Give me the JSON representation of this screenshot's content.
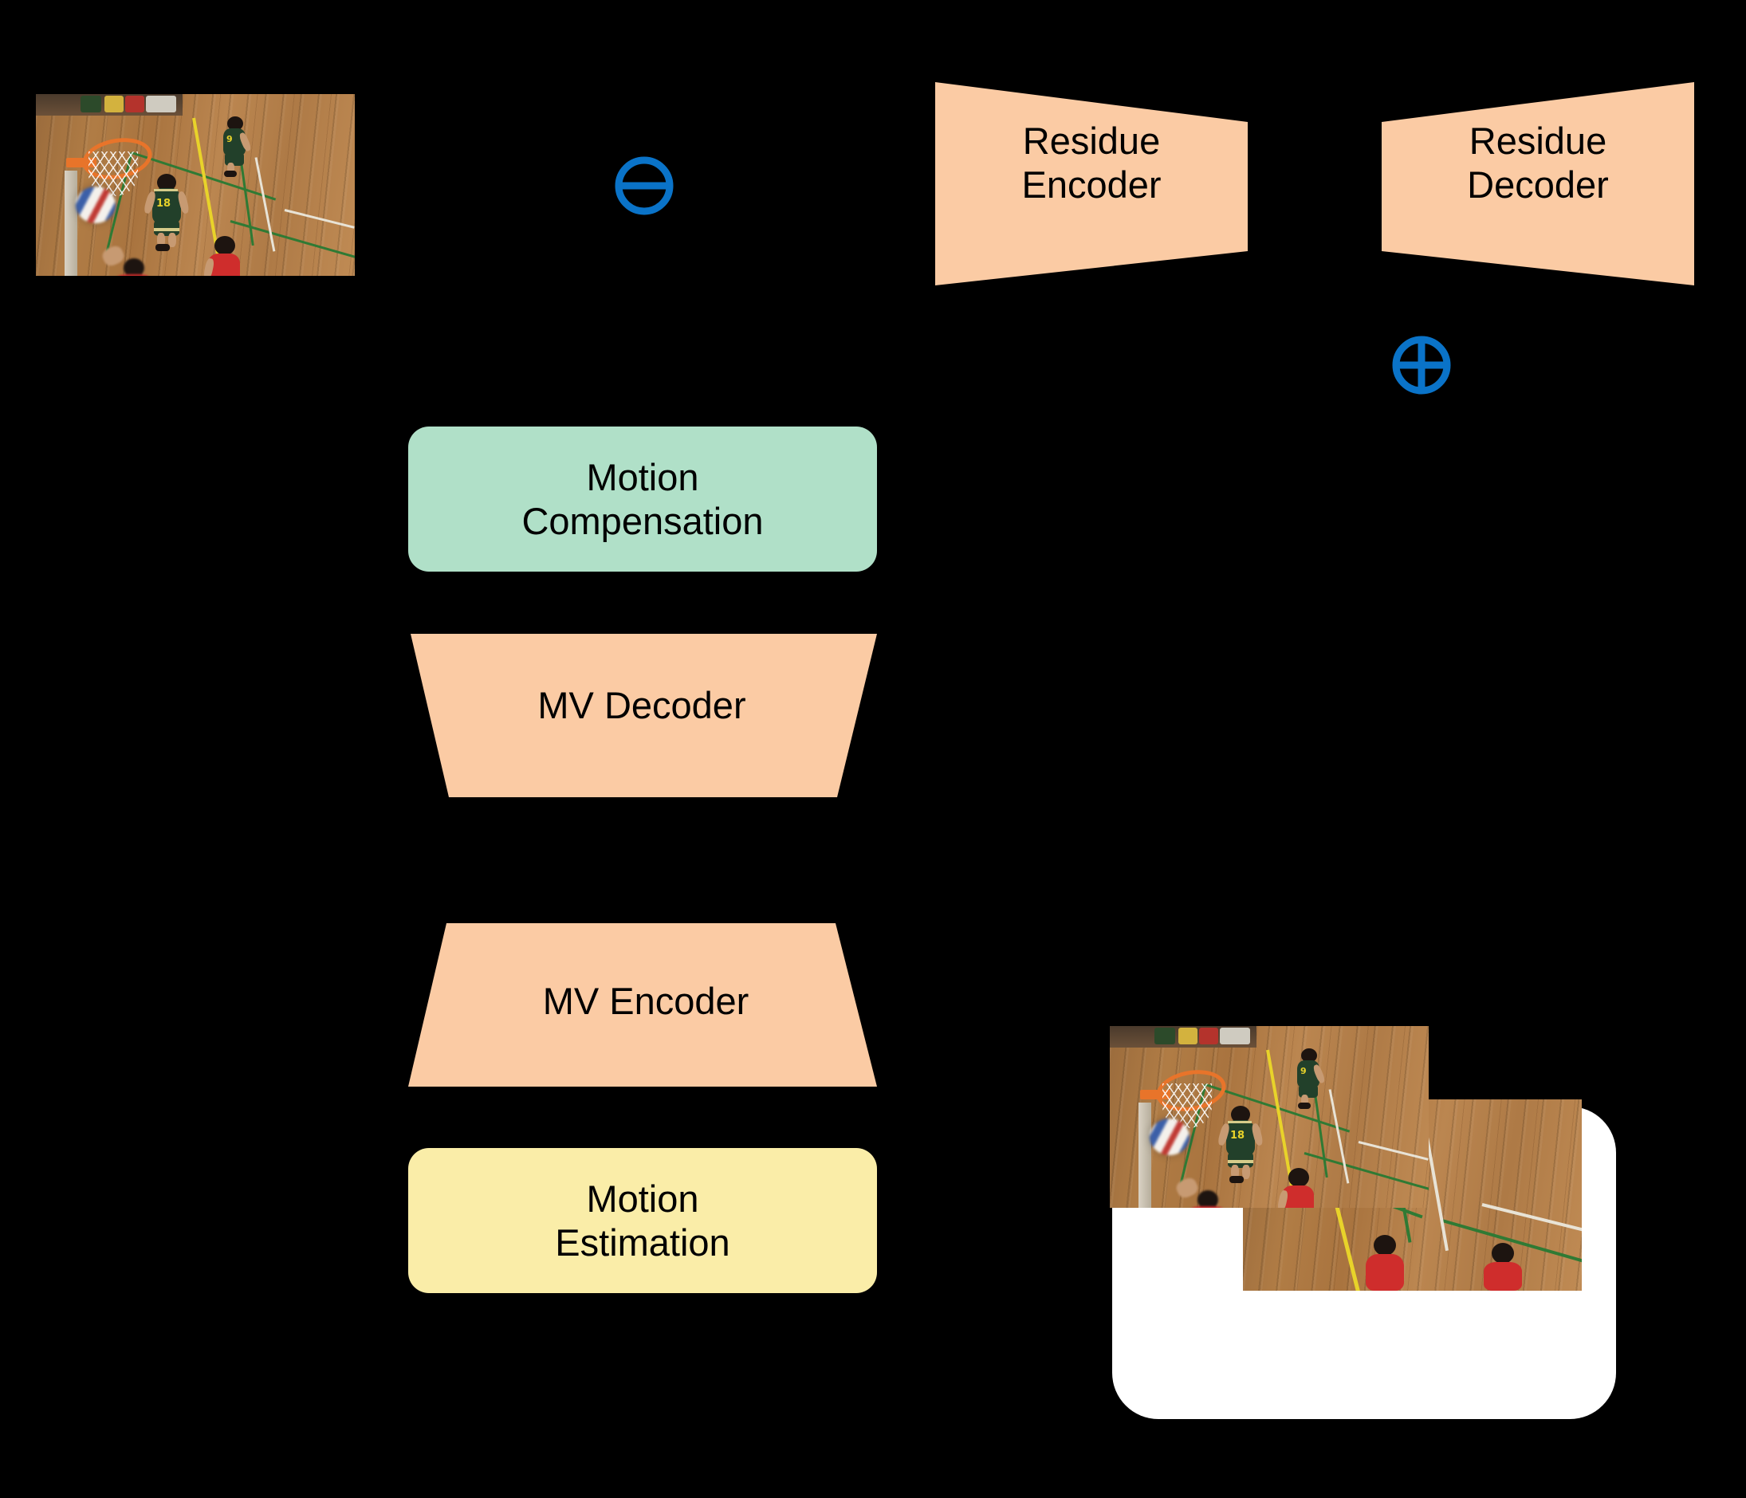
{
  "diagram": {
    "title": "Learned Video Compression Framework",
    "background_color": "#000000",
    "palette": {
      "block_peach": "#fbcba4",
      "block_mint": "#b0e0c8",
      "block_yellow": "#faeda8",
      "operator_blue": "#0a73c8",
      "buffer_white": "#ffffff",
      "text_black": "#000000"
    }
  },
  "blocks": [
    {
      "id": "residue-encoder",
      "label": "Residue\nEncoder",
      "shape": "trapezoid-narrow-right",
      "fill": "#fbcba4"
    },
    {
      "id": "residue-decoder",
      "label": "Residue\nDecoder",
      "shape": "trapezoid-wide-right",
      "fill": "#fbcba4"
    },
    {
      "id": "motion-compensation",
      "label": "Motion\nCompensation",
      "shape": "rounded-rectangle",
      "fill": "#b0e0c8"
    },
    {
      "id": "mv-decoder",
      "label": "MV Decoder",
      "shape": "trapezoid-wide-top",
      "fill": "#fbcba4"
    },
    {
      "id": "mv-encoder",
      "label": "MV Encoder",
      "shape": "trapezoid-wide-bottom",
      "fill": "#fbcba4"
    },
    {
      "id": "motion-estimation",
      "label": "Motion\nEstimation",
      "shape": "rounded-rectangle",
      "fill": "#faeda8"
    }
  ],
  "operators": [
    {
      "id": "subtract",
      "icon": "circled-minus-icon",
      "symbol": "⊖",
      "color": "#0a73c8"
    },
    {
      "id": "add",
      "icon": "circled-plus-icon",
      "symbol": "⊕",
      "color": "#0a73c8"
    }
  ],
  "images": [
    {
      "id": "current-frame",
      "icon": "video-frame-image",
      "caption": ""
    },
    {
      "id": "buffer-frame-back",
      "icon": "video-frame-image",
      "caption": ""
    },
    {
      "id": "buffer-frame-front",
      "icon": "video-frame-image",
      "caption": ""
    }
  ],
  "frame_buffer": {
    "id": "decoded-frame-buffer",
    "border_style": "dashed",
    "border_color": "#ffffff",
    "fill": "#ffffff"
  }
}
